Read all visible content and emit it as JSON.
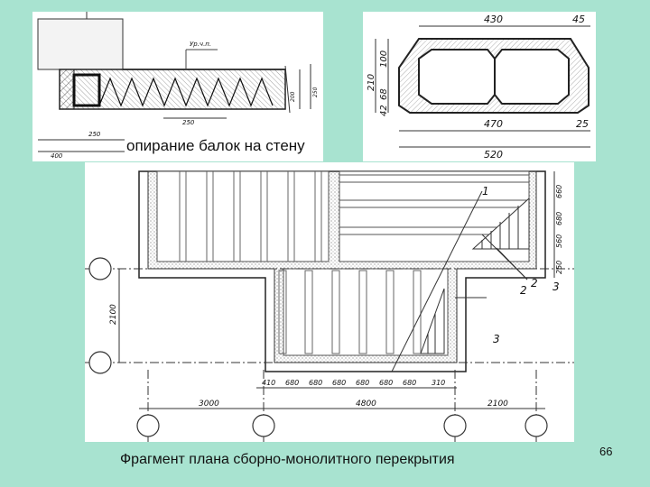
{
  "beam_detail": {
    "caption": "опирание балок на стену",
    "note": "Ур.ч.п.",
    "dim_250_bottom": "250",
    "dim_250_mid": "250",
    "dim_400": "400",
    "dim_200": "200",
    "dim_250_right": "250"
  },
  "section_detail": {
    "top_430": "430",
    "top_45": "45",
    "left_210": "210",
    "left_100": "100",
    "left_68": "68",
    "left_42": "42",
    "bottom_470": "470",
    "bottom_25": "25",
    "bottom_520": "520"
  },
  "plan": {
    "caption": "Фрагмент плана сборно-монолитного перекрытия",
    "callouts": [
      "1",
      "2",
      "3",
      "2",
      "3"
    ],
    "left_dim": "2100",
    "right_dims": [
      "660",
      "680",
      "560",
      "250"
    ],
    "bottom_small_dims": [
      "410",
      "680",
      "680",
      "680",
      "680",
      "680",
      "680",
      "310"
    ],
    "bottom_big_dims": [
      "3000",
      "4800",
      "2100"
    ]
  },
  "page_number": "66"
}
